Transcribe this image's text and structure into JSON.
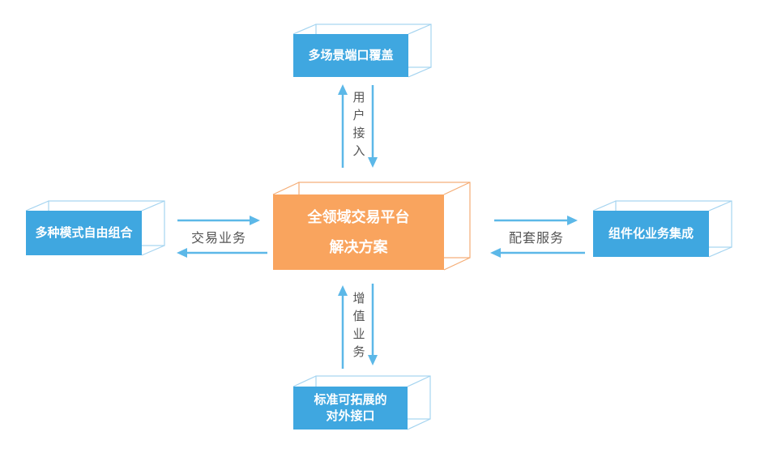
{
  "diagram": {
    "center_node": {
      "label": "全领域交易平台\n解决方案"
    },
    "top_node": {
      "label": "多场景端口覆盖"
    },
    "left_node": {
      "label": "多种模式自由组合"
    },
    "right_node": {
      "label": "组件化业务集成"
    },
    "bottom_node": {
      "label": "标准可拓展的\n对外接口"
    },
    "top_connector": {
      "label": "用户接入"
    },
    "left_connector": {
      "label": "交易业务"
    },
    "right_connector": {
      "label": "配套服务"
    },
    "bottom_connector": {
      "label": "增值业务"
    },
    "colors": {
      "node_fill": "#3FA7E0",
      "node_outline": "#A5D4F0",
      "center_fill": "#F9A45E",
      "center_outline": "#F5AC74",
      "arrow": "#5CB8E8",
      "conn_text": "#555555"
    }
  }
}
